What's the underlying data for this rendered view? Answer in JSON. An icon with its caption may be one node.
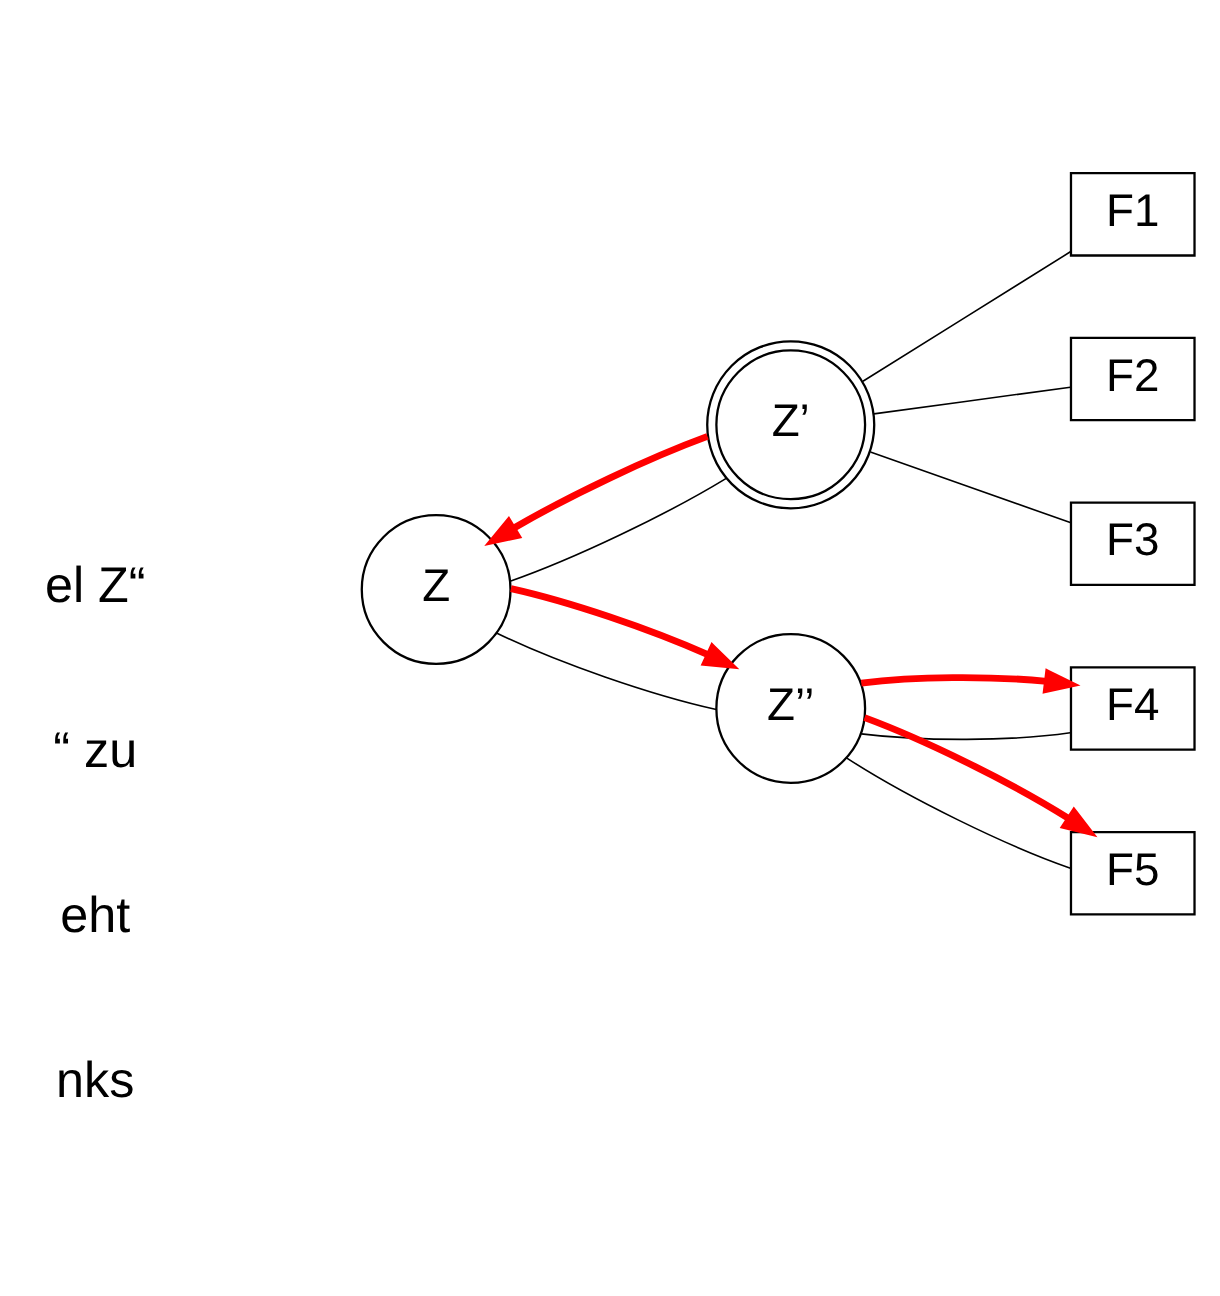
{
  "diagram": {
    "nodes": [
      {
        "text": [
          "Z"
        ]
      },
      {
        "text": [
          "Z’"
        ]
      },
      {
        "text": [
          "Z’’"
        ]
      },
      {
        "text": [
          "F1"
        ]
      },
      {
        "text": [
          "F2"
        ]
      },
      {
        "text": [
          "F3"
        ]
      },
      {
        "text": [
          "F4"
        ]
      },
      {
        "text": [
          "F5"
        ]
      }
    ],
    "edges": [
      {
        "from": 0,
        "to": 1,
        "arrow": "none"
      },
      {
        "from": 0,
        "to": 2,
        "arrow": "none"
      },
      {
        "from": 1,
        "to": 3,
        "arrow": "none"
      },
      {
        "from": 1,
        "to": 4,
        "arrow": "none"
      },
      {
        "from": 1,
        "to": 5,
        "arrow": "none"
      },
      {
        "from": 2,
        "to": 6,
        "arrow": "none"
      },
      {
        "from": 2,
        "to": 7,
        "arrow": "none"
      },
      {
        "from": 1,
        "to": 0,
        "arrow": "to",
        "style": "thick",
        "color": "#ff0000"
      },
      {
        "from": 0,
        "to": 2,
        "arrow": "to",
        "style": "thick",
        "color": "#ff0000"
      },
      {
        "from": 2,
        "to": 6,
        "arrow": "to",
        "style": "thick",
        "color": "#ff0000"
      },
      {
        "from": 2,
        "to": 7,
        "arrow": "to",
        "style": "thick",
        "color": "#ff0000"
      }
    ],
    "labels": [
      "el Z“",
      "“ zu",
      "eht",
      "nks"
    ]
  }
}
